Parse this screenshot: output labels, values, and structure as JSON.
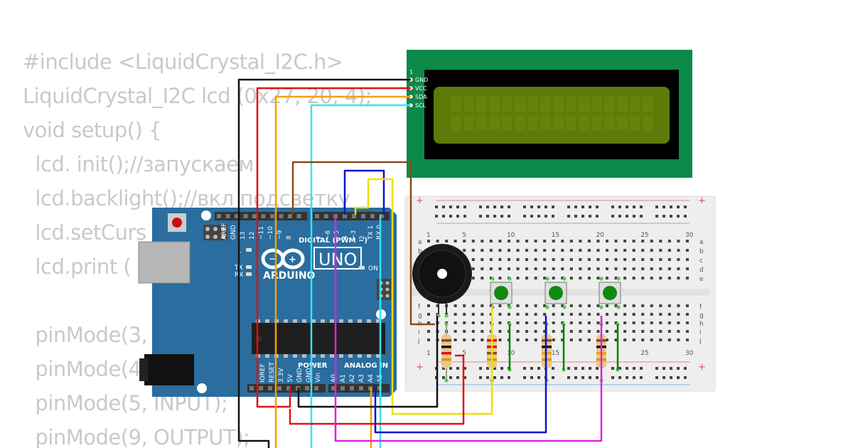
{
  "code_lines": [
    "#include <LiquidCrystal_I2C.h>",
    "LiquidCrystal_I2C lcd (0x27, 20, 4);",
    "void setup() {",
    "  lcd. init();//запускаем",
    "  lcd.backlight();//вкл подсветку",
    "  lcd.setCurs                              ем",
    "  lcd.print (                               к",
    "",
    "  pinMode(3,",
    "  pinMode(4",
    "  pinMode(5, INPUT);",
    "  pinMode(9, OUTPUT);"
  ],
  "lcd": {
    "pin_index": "1",
    "pins": [
      "GND",
      "VCC",
      "SDA",
      "SCL"
    ]
  },
  "arduino": {
    "brand": "ARDUINO",
    "model": "UNO",
    "digital_label": "DIGITAL (PWM ~)",
    "power_label": "POWER",
    "analog_label": "ANALOG IN",
    "on_label": "ON",
    "l_label": "L",
    "tx_label": "TX",
    "rx_label": "RX",
    "top_pins": [
      "AREF",
      "GND",
      "13",
      "12",
      "~11",
      "~10",
      "~9",
      "8",
      "7",
      "~6",
      "~5",
      "4",
      "~3",
      "2",
      "TX 1",
      "RX 0"
    ],
    "power_pins": [
      "IOREF",
      "RESET",
      "3.3V",
      "5V",
      "GND",
      "GND",
      "Vin"
    ],
    "analog_pins": [
      "A0",
      "A1",
      "A2",
      "A3",
      "A4",
      "A5"
    ]
  },
  "breadboard": {
    "column_numbers": [
      "1",
      "5",
      "10",
      "15",
      "20",
      "25",
      "30"
    ],
    "rows_top": [
      "a",
      "b",
      "c",
      "d",
      "e"
    ],
    "rows_bottom": [
      "f",
      "g",
      "h",
      "i",
      "j"
    ],
    "plus": "+",
    "minus": "−"
  },
  "colors": {
    "lcd_pcb": "#0b8a4a",
    "lcd_screen": "#5e7a08",
    "arduino_pcb": "#2a6d9e",
    "wire_black": "#111111",
    "wire_red": "#e01010",
    "wire_orange": "#f5a000",
    "wire_cyan": "#33e6ee",
    "wire_brown": "#8b4a1a",
    "wire_blue": "#1010d0",
    "wire_yellow": "#f0e000",
    "wire_magenta": "#e020e0",
    "wire_green": "#008000"
  }
}
